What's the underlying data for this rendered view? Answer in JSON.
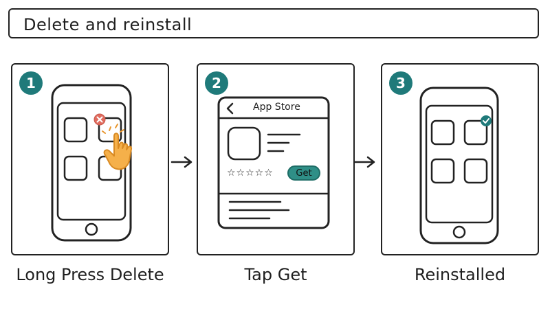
{
  "title": "Delete and reinstall",
  "steps": [
    {
      "number": "1",
      "label": "Long Press Delete"
    },
    {
      "number": "2",
      "label": "Tap Get"
    },
    {
      "number": "3",
      "label": "Reinstalled"
    }
  ],
  "store": {
    "header": "App Store",
    "get_label": "Get",
    "rating": "☆☆☆☆☆"
  },
  "colors": {
    "accent": "#1f7a7a",
    "delete_badge": "#e06c5f",
    "hand": "#f0a43a",
    "get_button": "#2f8f87"
  },
  "icons": {
    "back": "chevron-left-icon",
    "delete": "delete-x-icon",
    "tap": "tapping-hand-icon",
    "check": "check-icon",
    "arrow": "right-arrow-icon"
  }
}
